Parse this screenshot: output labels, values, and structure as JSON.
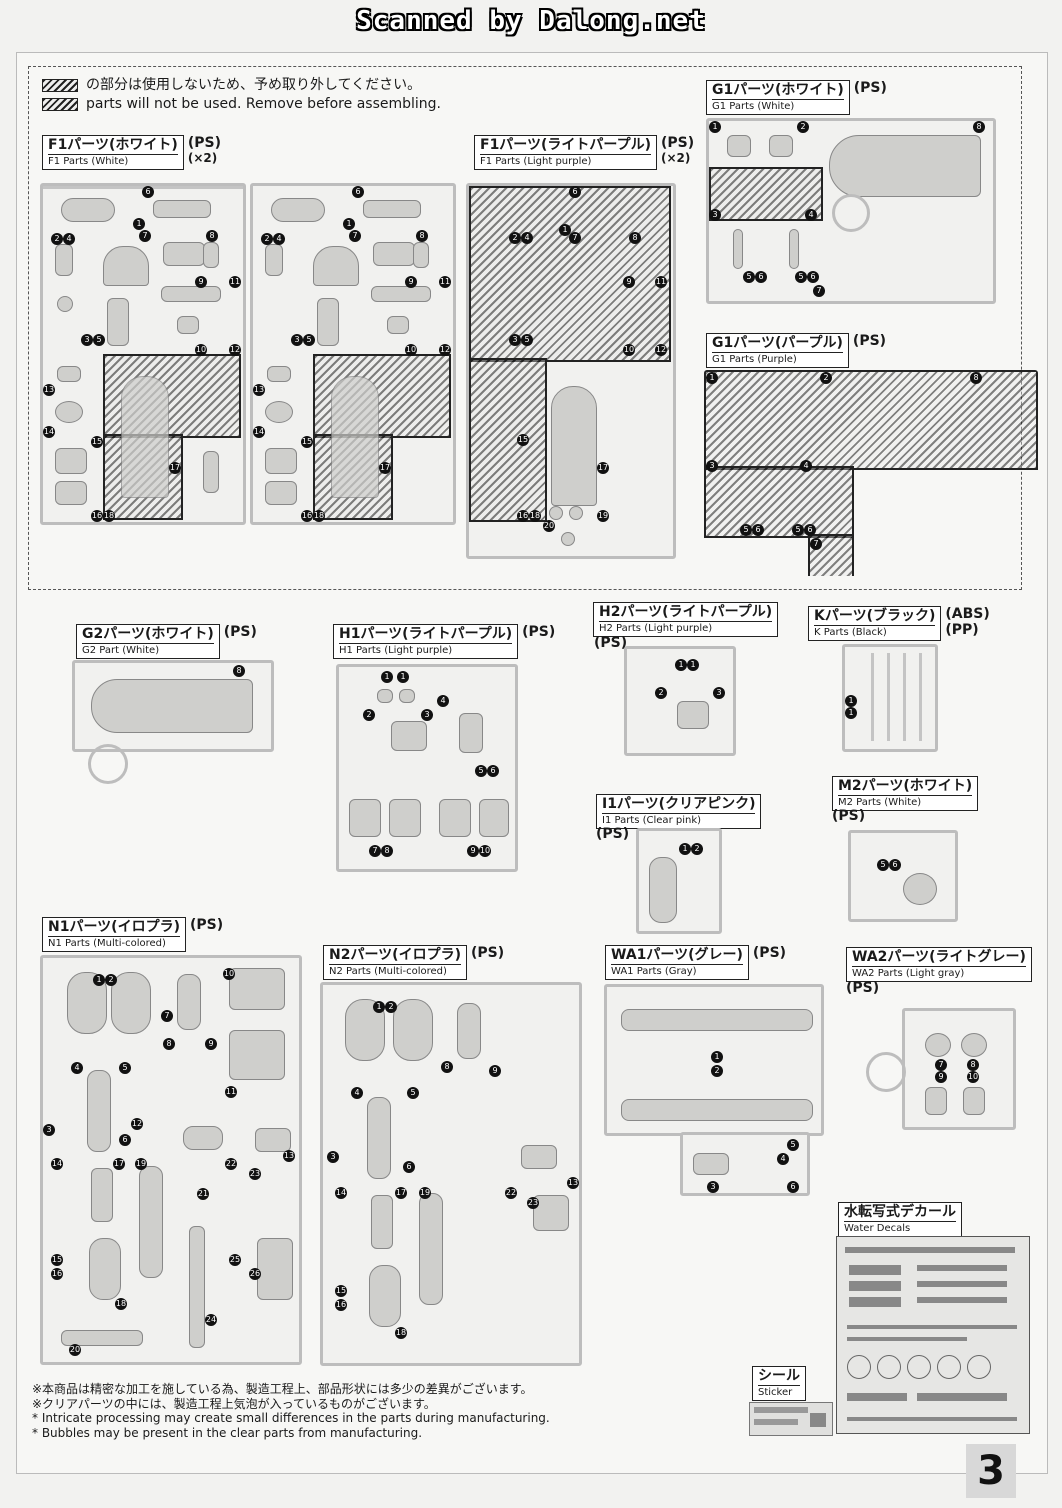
{
  "watermark": "Scanned by Dalong.net",
  "notice": {
    "jp": "の部分は使用しないため、予め取り外してください。",
    "en": "parts will not be used. Remove before assembling."
  },
  "runners": {
    "f1w": {
      "jp": "F1パーツ(ホワイト)",
      "en": "F1 Parts (White)",
      "mat": "(PS)",
      "qty": "(×2)"
    },
    "f1p": {
      "jp": "F1パーツ(ライトパープル)",
      "en": "F1 Parts (Light purple)",
      "mat": "(PS)",
      "qty": "(×2)"
    },
    "g1w": {
      "jp": "G1パーツ(ホワイト)",
      "en": "G1 Parts (White)",
      "mat": "(PS)"
    },
    "g1p": {
      "jp": "G1パーツ(パープル)",
      "en": "G1 Parts (Purple)",
      "mat": "(PS)"
    },
    "g2": {
      "jp": "G2パーツ(ホワイト)",
      "en": "G2 Part (White)",
      "mat": "(PS)"
    },
    "h1": {
      "jp": "H1パーツ(ライトパープル)",
      "en": "H1 Parts (Light purple)",
      "mat": "(PS)"
    },
    "h2": {
      "jp": "H2パーツ(ライトパープル)",
      "en": "H2 Parts (Light purple)",
      "mat": "(PS)"
    },
    "k": {
      "jp": "Kパーツ(ブラック)",
      "en": "K Parts (Black)",
      "mat": "(ABS)",
      "mat2": "(PP)"
    },
    "i1": {
      "jp": "I1パーツ(クリアピンク)",
      "en": "I1 Parts (Clear pink)",
      "mat": "(PS)"
    },
    "m2": {
      "jp": "M2パーツ(ホワイト)",
      "en": "M2 Parts (White)",
      "mat": "(PS)"
    },
    "n1": {
      "jp": "N1パーツ(イロプラ)",
      "en": "N1 Parts (Multi-colored)",
      "mat": "(PS)"
    },
    "n2": {
      "jp": "N2パーツ(イロプラ)",
      "en": "N2 Parts (Multi-colored)",
      "mat": "(PS)"
    },
    "wa1": {
      "jp": "WA1パーツ(グレー)",
      "en": "WA1 Parts (Gray)",
      "mat": "(PS)"
    },
    "wa2": {
      "jp": "WA2パーツ(ライトグレー)",
      "en": "WA2 Parts (Light gray)",
      "mat": "(PS)"
    }
  },
  "decals": {
    "jp": "水転写式デカール",
    "en": "Water Decals"
  },
  "sticker": {
    "jp": "シール",
    "en": "Sticker"
  },
  "notes": [
    "※本商品は精密な加工を施している為、製造工程上、部品形状には多少の差異がございます。",
    "※クリアパーツの中には、製造工程上気泡が入っているものがございます。",
    "* Intricate processing may create small differences in the parts during manufacturing.",
    "* Bubbles may be present in the clear parts from manufacturing."
  ],
  "page_number": "3"
}
